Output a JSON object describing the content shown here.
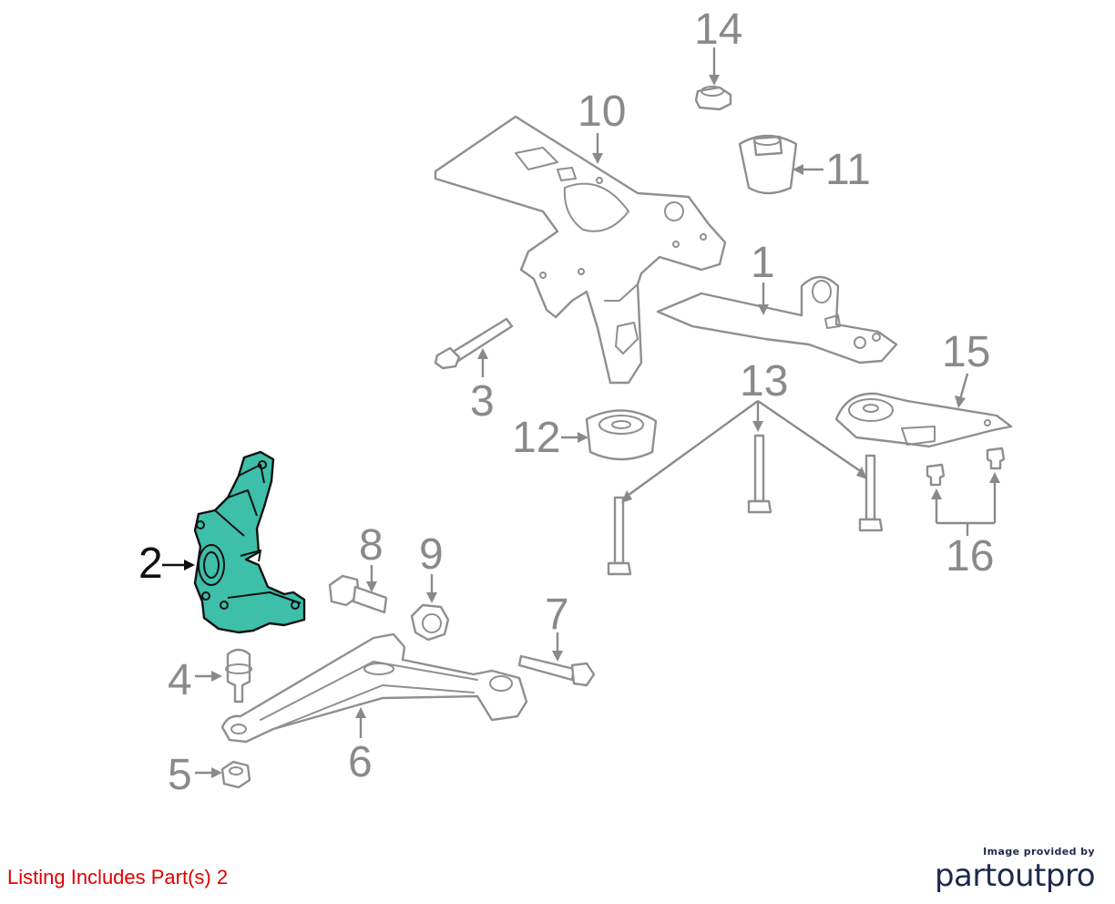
{
  "callouts": {
    "c1": "1",
    "c2": "2",
    "c3": "3",
    "c4": "4",
    "c5": "5",
    "c6": "6",
    "c7": "7",
    "c8": "8",
    "c9": "9",
    "c10": "10",
    "c11": "11",
    "c12": "12",
    "c13": "13",
    "c14": "14",
    "c15": "15",
    "c16": "16"
  },
  "highlighted_part": "2",
  "colors": {
    "highlight_fill": "#3dbfa9",
    "callout_gray": "#8a8a8a",
    "listing_text": "#e00000",
    "brand_text": "#1d2a4a"
  },
  "listing": {
    "text": "Listing Includes Part(s) 2"
  },
  "brand": {
    "caption": "Image provided by",
    "name": "partoutpro"
  }
}
